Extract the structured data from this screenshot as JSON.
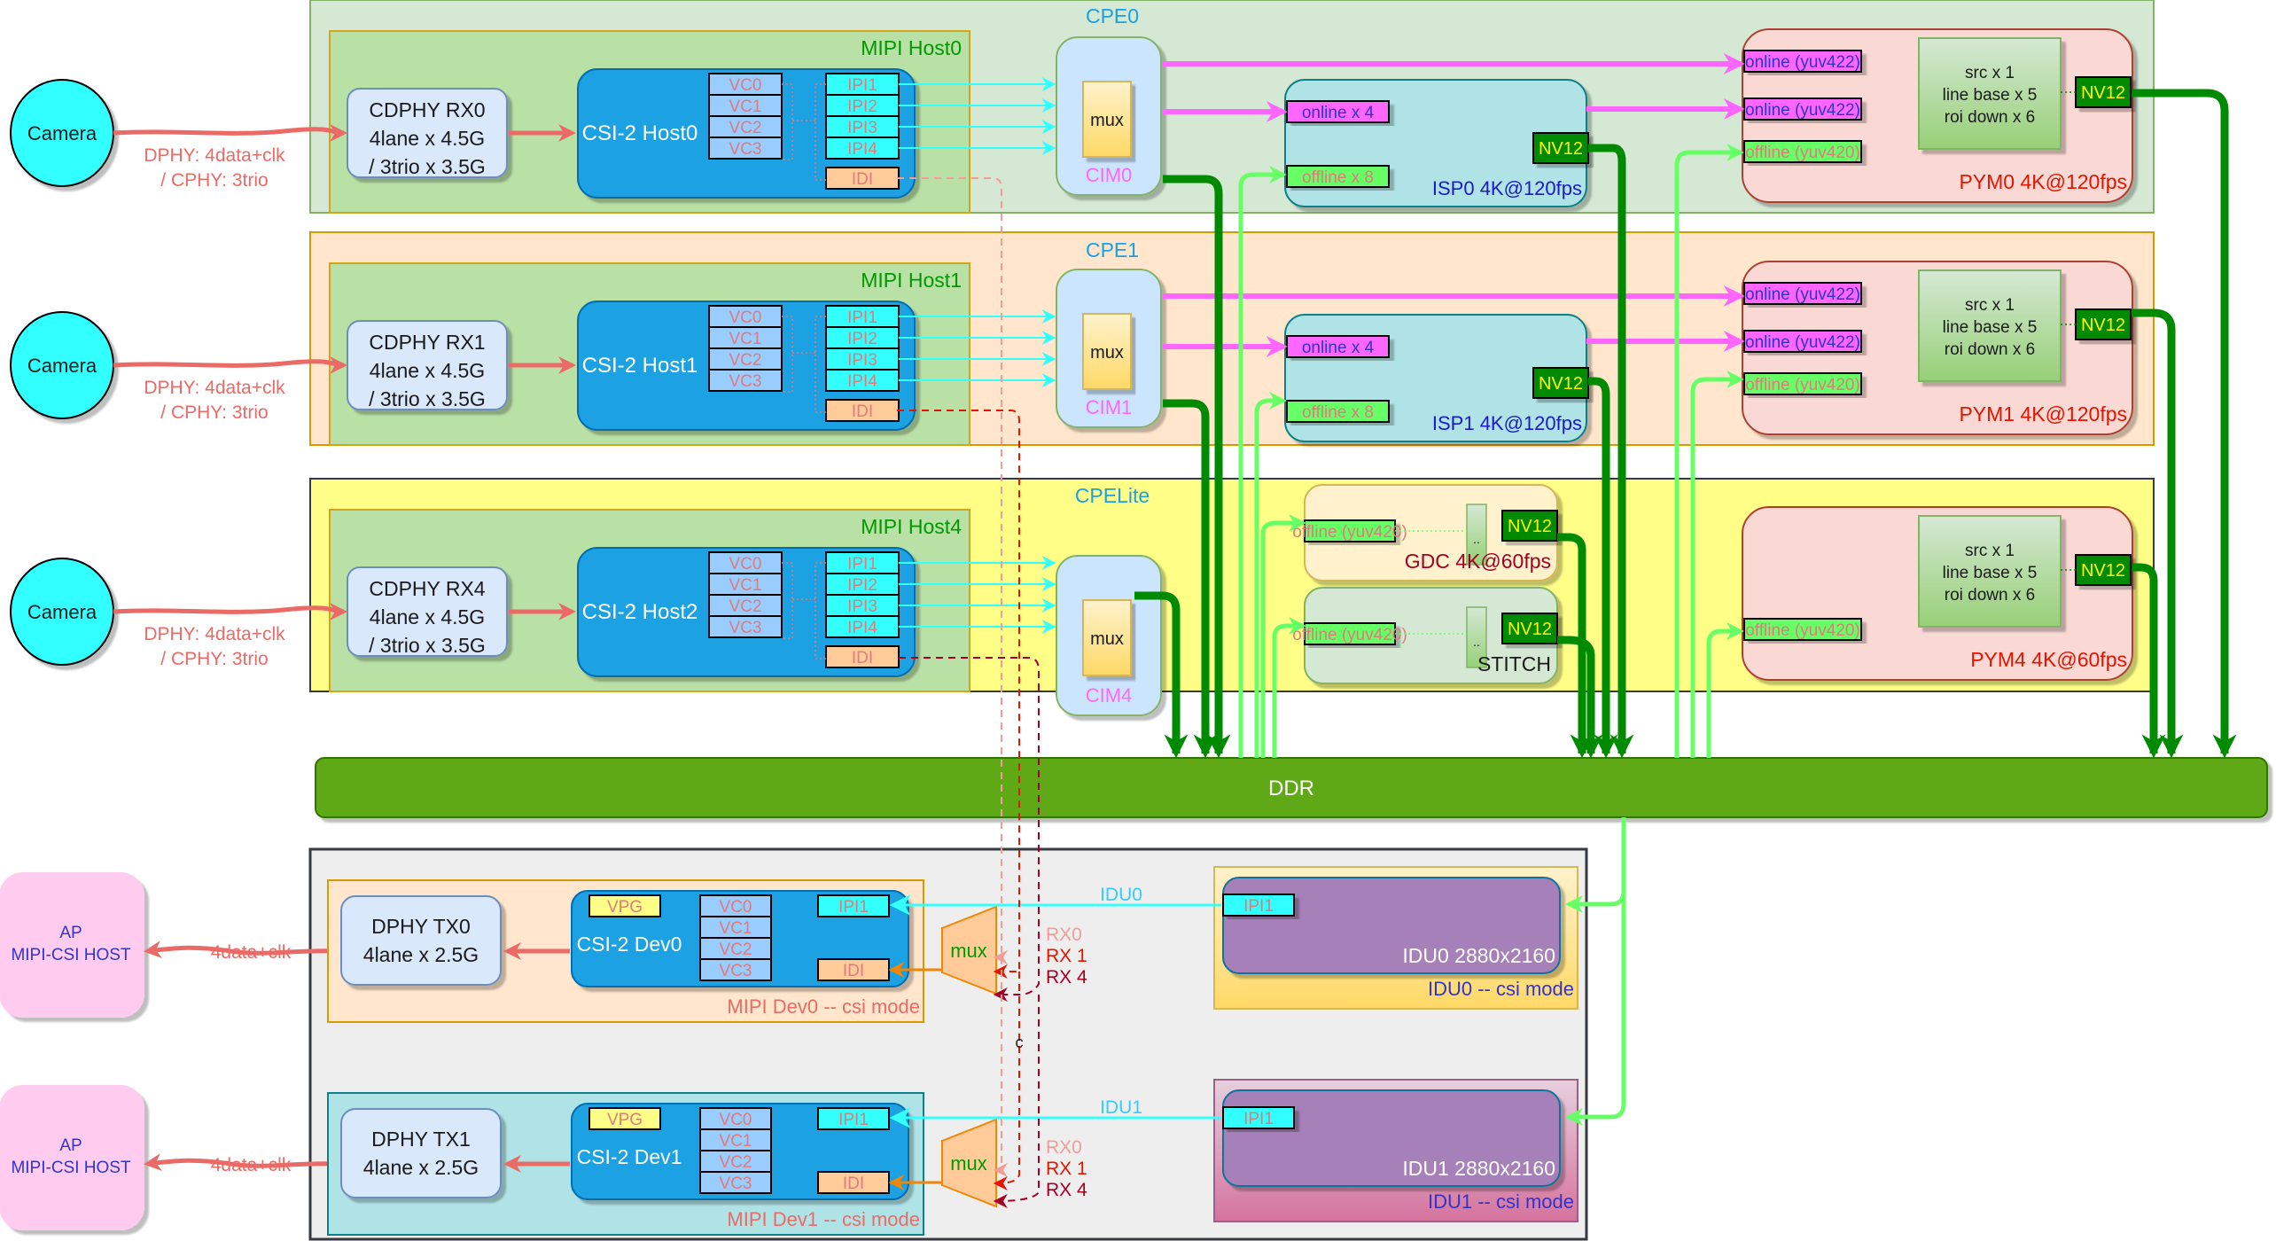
{
  "colors": {
    "cpe0_bg": "#d5e8d4",
    "cpe1_bg": "#ffe6cc",
    "cpelite_bg": "#ffff88",
    "mipi_host_bg": "#b9e0a5",
    "csi_block": "#1ba1e2",
    "ipi": "#33ffff",
    "vc": "#99ccff",
    "idi": "#ffcc99",
    "isp_bg": "#b0e3e6",
    "pym_bg": "#fad9d5",
    "nv12": "#008a00",
    "online": "#ff66ff",
    "offline": "#66ff66",
    "ddr": "#60a917",
    "phy_link": "#ea6b66",
    "cim_bg": "#cce5ff",
    "mux": "#ffd966",
    "idu_box": "#a680b8",
    "ap_bg": "#ffccf0"
  },
  "cameras": [
    {
      "label": "Camera",
      "link_label_1": "DPHY: 4data+clk",
      "link_label_2": "/ CPHY: 3trio"
    },
    {
      "label": "Camera",
      "link_label_1": "DPHY: 4data+clk",
      "link_label_2": "/ CPHY: 3trio"
    },
    {
      "label": "Camera",
      "link_label_1": "DPHY: 4data+clk",
      "link_label_2": "/ CPHY: 3trio"
    }
  ],
  "rows": [
    {
      "cpe_label": "CPE0",
      "mipi_label": "MIPI Host0",
      "phy_lines": [
        "CDPHY RX0",
        "4lane x 4.5G",
        "/ 3trio x 3.5G"
      ],
      "csi_label": "CSI-2 Host0",
      "vcs": [
        "VC0",
        "VC1",
        "VC2",
        "VC3"
      ],
      "ipis": [
        "IPI1",
        "IPI2",
        "IPI3",
        "IPI4"
      ],
      "idi": "IDI",
      "mux": "mux",
      "cim": "CIM0",
      "isp": {
        "online": "online x 4",
        "offline": "offline x 8",
        "out": "NV12",
        "label": "ISP0  4K@120fps"
      },
      "pym": {
        "in1": "online (yuv422)",
        "in2": "online (yuv422)",
        "in3": "offline (yuv420)",
        "core": [
          "src x 1",
          "line base x 5",
          "roi down x 6"
        ],
        "out": "NV12",
        "label": "PYM0 4K@120fps"
      }
    },
    {
      "cpe_label": "CPE1",
      "mipi_label": "MIPI Host1",
      "phy_lines": [
        "CDPHY RX1",
        "4lane x 4.5G",
        "/ 3trio x 3.5G"
      ],
      "csi_label": "CSI-2 Host1",
      "vcs": [
        "VC0",
        "VC1",
        "VC2",
        "VC3"
      ],
      "ipis": [
        "IPI1",
        "IPI2",
        "IPI3",
        "IPI4"
      ],
      "idi": "IDI",
      "mux": "mux",
      "cim": "CIM1",
      "isp": {
        "online": "online x 4",
        "offline": "offline x 8",
        "out": "NV12",
        "label": "ISP1  4K@120fps"
      },
      "pym": {
        "in1": "online (yuv422)",
        "in2": "online (yuv422)",
        "in3": "offline (yuv420)",
        "core": [
          "src x 1",
          "line base x 5",
          "roi down x 6"
        ],
        "out": "NV12",
        "label": "PYM1 4K@120fps"
      }
    },
    {
      "cpe_label": "CPELite",
      "mipi_label": "MIPI Host4",
      "phy_lines": [
        "CDPHY RX4",
        "4lane x 4.5G",
        "/ 3trio x 3.5G"
      ],
      "csi_label": "CSI-2 Host2",
      "vcs": [
        "VC0",
        "VC1",
        "VC2",
        "VC3"
      ],
      "ipis": [
        "IPI1",
        "IPI2",
        "IPI3",
        "IPI4"
      ],
      "idi": "IDI",
      "mux": "mux",
      "cim": "CIM4",
      "gdc": {
        "in": "offline (yuv420)",
        "mid": "..",
        "out": "NV12",
        "label": "GDC 4K@60fps"
      },
      "stitch": {
        "in": "offline (yuv420)",
        "mid": "..",
        "out": "NV12",
        "label": "STITCH"
      },
      "pym": {
        "in3": "offline (yuv420)",
        "core": [
          "src x 1",
          "line base x 5",
          "roi down x 6"
        ],
        "out": "NV12",
        "label": "PYM4 4K@60fps"
      }
    }
  ],
  "ddr": {
    "label": "DDR"
  },
  "devs": [
    {
      "ap_lines": [
        "AP",
        "MIPI-CSI HOST"
      ],
      "link_label": "4data+clk",
      "phy_lines": [
        "DPHY TX0",
        "4lane x 2.5G"
      ],
      "csi_label": "CSI-2 Dev0",
      "vpg": "VPG",
      "vcs": [
        "VC0",
        "VC1",
        "VC2",
        "VC3"
      ],
      "ipi": "IPI1",
      "idi": "IDI",
      "mux": "mux",
      "rx": [
        "RX0",
        "RX 1",
        "RX 4"
      ],
      "frame_label": "MIPI Dev0 -- csi mode",
      "idu_link": "IDU0",
      "idu_ipi": "IPI1",
      "idu_label": "IDU0  2880x2160",
      "idu_frame": "IDU0 -- csi mode"
    },
    {
      "ap_lines": [
        "AP",
        "MIPI-CSI HOST"
      ],
      "link_label": "4data+clk",
      "phy_lines": [
        "DPHY TX1",
        "4lane x 2.5G"
      ],
      "csi_label": "CSI-2 Dev1",
      "vpg": "VPG",
      "vcs": [
        "VC0",
        "VC1",
        "VC2",
        "VC3"
      ],
      "ipi": "IPI1",
      "idi": "IDI",
      "mux": "mux",
      "rx": [
        "RX0",
        "RX 1",
        "RX 4"
      ],
      "frame_label": "MIPI Dev1 -- csi mode",
      "idu_link": "IDU1",
      "idu_ipi": "IPI1",
      "idu_label": "IDU1  2880x2160",
      "idu_frame": "IDU1 -- csi mode"
    }
  ],
  "misc": {
    "c_label": "c"
  }
}
